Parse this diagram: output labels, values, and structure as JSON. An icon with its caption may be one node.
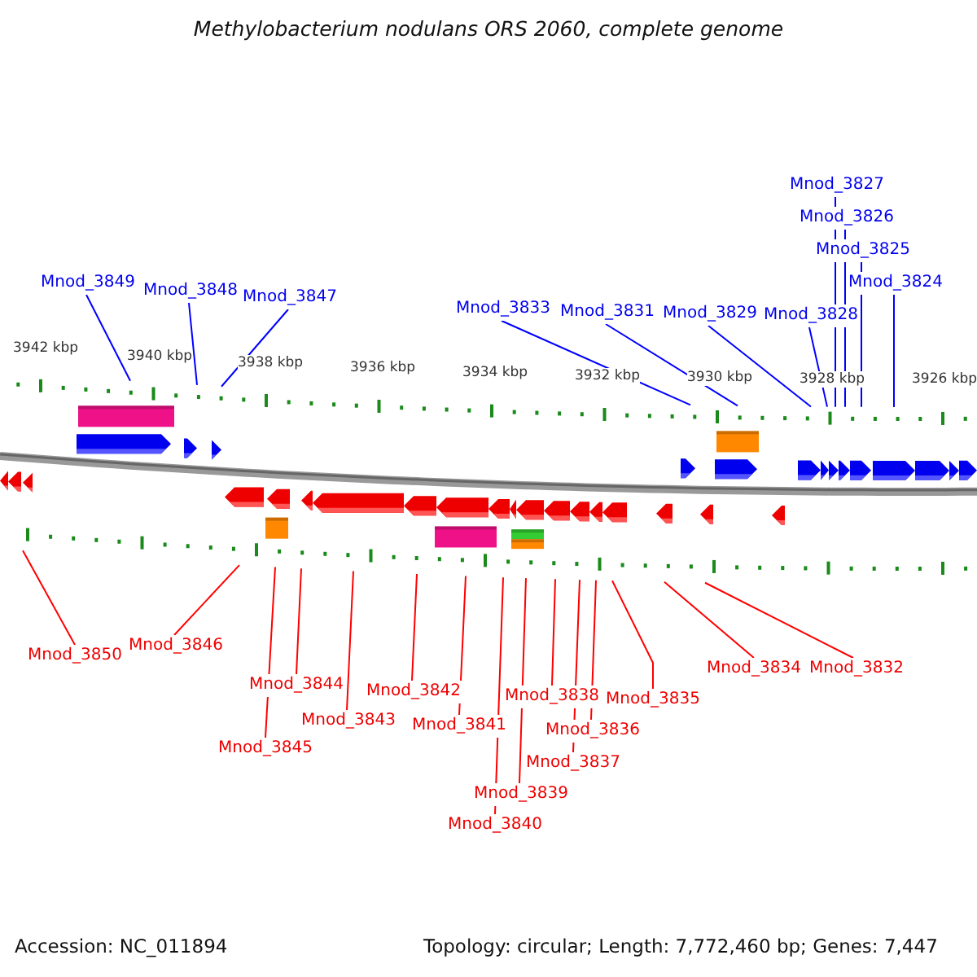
{
  "diagram": {
    "title": "Methylobacterium nodulans ORS 2060, complete genome",
    "nodes": [
      {
        "text": [
          "Mnod_3849"
        ]
      },
      {
        "text": [
          "Mnod_3848"
        ]
      },
      {
        "text": [
          "Mnod_3847"
        ]
      },
      {
        "text": [
          "Mnod_3833"
        ]
      },
      {
        "text": [
          "Mnod_3831"
        ]
      },
      {
        "text": [
          "Mnod_3829"
        ]
      },
      {
        "text": [
          "Mnod_3828"
        ]
      },
      {
        "text": [
          "Mnod_3827"
        ]
      },
      {
        "text": [
          "Mnod_3826"
        ]
      },
      {
        "text": [
          "Mnod_3825"
        ]
      },
      {
        "text": [
          "Mnod_3824"
        ]
      },
      {
        "text": [
          "Mnod_3850"
        ]
      },
      {
        "text": [
          "Mnod_3846"
        ]
      },
      {
        "text": [
          "Mnod_3845"
        ]
      },
      {
        "text": [
          "Mnod_3844"
        ]
      },
      {
        "text": [
          "Mnod_3843"
        ]
      },
      {
        "text": [
          "Mnod_3842"
        ]
      },
      {
        "text": [
          "Mnod_3841"
        ]
      },
      {
        "text": [
          "Mnod_3840"
        ]
      },
      {
        "text": [
          "Mnod_3839"
        ]
      },
      {
        "text": [
          "Mnod_3838"
        ]
      },
      {
        "text": [
          "Mnod_3837"
        ]
      },
      {
        "text": [
          "Mnod_3836"
        ]
      },
      {
        "text": [
          "Mnod_3835"
        ]
      },
      {
        "text": [
          "Mnod_3834"
        ]
      },
      {
        "text": [
          "Mnod_3832"
        ]
      }
    ],
    "edges": [
      {
        "from": 0,
        "to": null,
        "arrow": "none",
        "color": "#0000ff"
      },
      {
        "from": 1,
        "to": null,
        "arrow": "none",
        "color": "#0000ff"
      },
      {
        "from": 2,
        "to": null,
        "arrow": "none",
        "color": "#0000ff"
      },
      {
        "from": 3,
        "to": null,
        "arrow": "none",
        "color": "#0000ff"
      },
      {
        "from": 4,
        "to": null,
        "arrow": "none",
        "color": "#0000ff"
      },
      {
        "from": 5,
        "to": null,
        "arrow": "none",
        "color": "#0000ff"
      },
      {
        "from": 6,
        "to": null,
        "arrow": "none",
        "color": "#0000ff"
      },
      {
        "from": 7,
        "to": null,
        "arrow": "none",
        "color": "#0000ff"
      },
      {
        "from": 8,
        "to": null,
        "arrow": "none",
        "color": "#0000ff"
      },
      {
        "from": 9,
        "to": null,
        "arrow": "none",
        "color": "#0000ff"
      },
      {
        "from": 10,
        "to": null,
        "arrow": "none",
        "color": "#0000ff"
      },
      {
        "from": 11,
        "to": null,
        "arrow": "none"
      },
      {
        "from": 12,
        "to": null,
        "arrow": "none"
      },
      {
        "from": 13,
        "to": null,
        "arrow": "none"
      },
      {
        "from": 14,
        "to": null,
        "arrow": "none"
      },
      {
        "from": 15,
        "to": null,
        "arrow": "none"
      },
      {
        "from": 16,
        "to": null,
        "arrow": "none"
      },
      {
        "from": 17,
        "to": null,
        "arrow": "none"
      },
      {
        "from": 18,
        "to": null,
        "arrow": "none"
      },
      {
        "from": 19,
        "to": null,
        "arrow": "none"
      },
      {
        "from": 20,
        "to": null,
        "arrow": "none"
      },
      {
        "from": 21,
        "to": null,
        "arrow": "none"
      },
      {
        "from": 22,
        "to": null,
        "arrow": "none"
      },
      {
        "from": 23,
        "to": null,
        "arrow": "none"
      },
      {
        "from": 24,
        "to": null,
        "arrow": "none"
      },
      {
        "from": 25,
        "to": null,
        "arrow": "none"
      }
    ],
    "labels": [
      "3942 kbp",
      "3940 kbp",
      "3938 kbp",
      "3936 kbp",
      "3934 kbp",
      "3932 kbp",
      "3930 kbp",
      "3928 kbp",
      "3926 kbp",
      "Accession: NC_011894",
      "Topology: circular; Length: 7,772,460 bp; Genes: 7,447"
    ]
  }
}
